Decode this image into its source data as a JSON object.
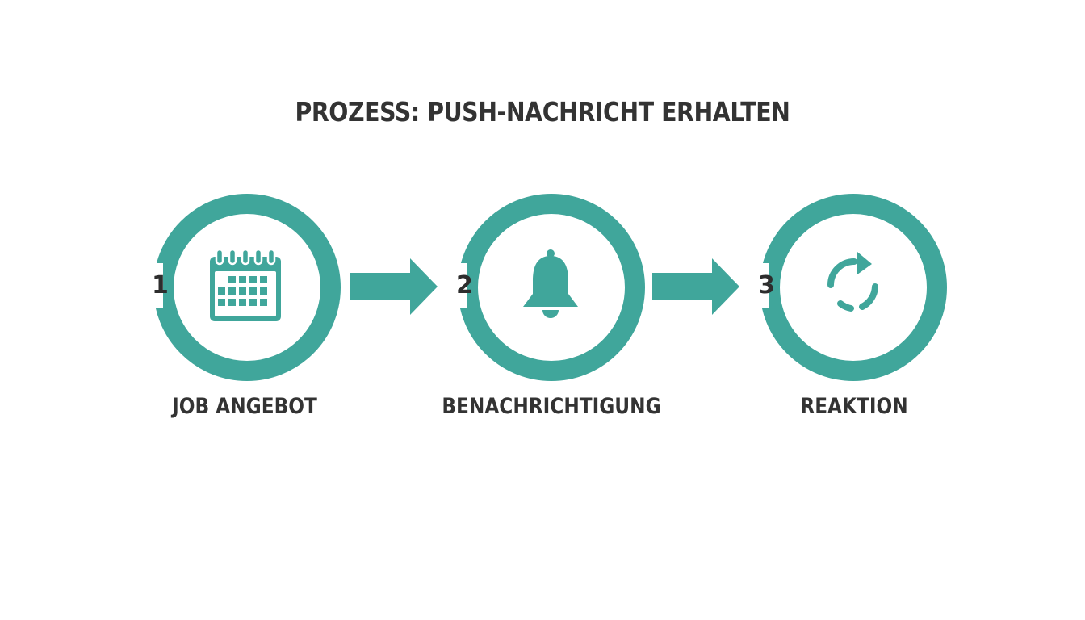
{
  "title": "PROZESS: PUSH-NACHRICHT ERHALTEN",
  "accent_color": "#40a69b",
  "text_color": "#333333",
  "steps": [
    {
      "number": "1",
      "label": "JOB ANGEBOT",
      "icon": "calendar-icon"
    },
    {
      "number": "2",
      "label": "BENACHRICHTIGUNG",
      "icon": "bell-icon"
    },
    {
      "number": "3",
      "label": "REAKTION",
      "icon": "refresh-icon"
    }
  ]
}
